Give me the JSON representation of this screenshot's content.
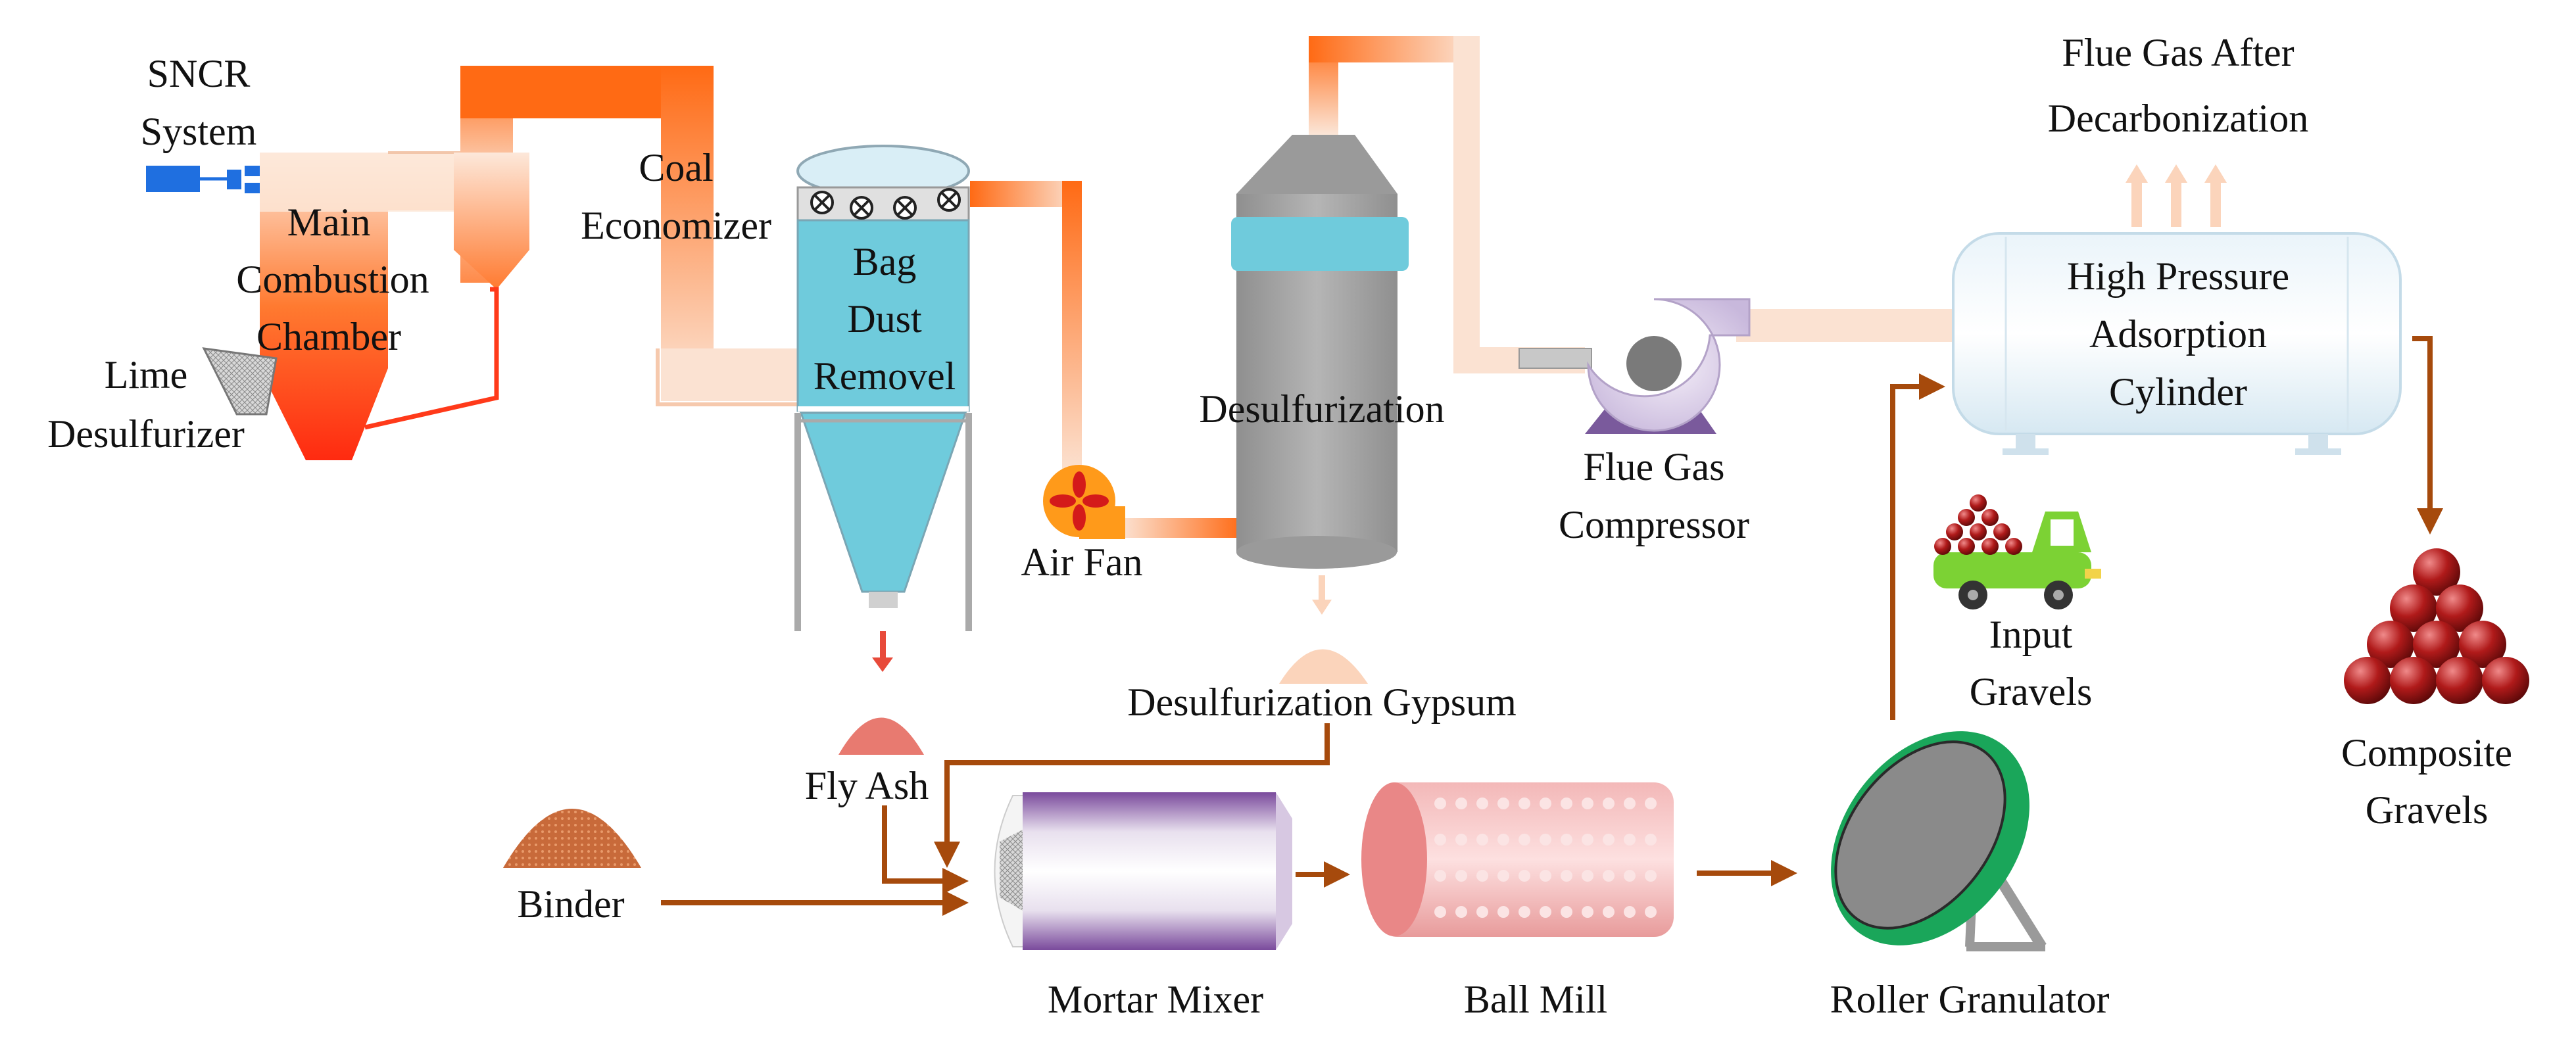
{
  "labels": {
    "sncr_1": "SNCR",
    "sncr_2": "System",
    "main_1": "Main",
    "main_2": "Combustion",
    "main_3": "Chamber",
    "lime_1": "Lime",
    "lime_2": "Desulfurizer",
    "coal_1": "Coal",
    "coal_2": "Economizer",
    "bag_1": "Bag",
    "bag_2": "Dust",
    "bag_3": "Removel",
    "air_fan": "Air Fan",
    "desulf": "Desulfurization",
    "gypsum": "Desulfurization Gypsum",
    "fly_ash": "Fly Ash",
    "binder": "Binder",
    "mortar": "Mortar Mixer",
    "ball_mill": "Ball Mill",
    "roller": "Roller Granulator",
    "input_1": "Input",
    "input_2": "Gravels",
    "compressor_1": "Flue Gas",
    "compressor_2": "Compressor",
    "hp_1": "High Pressure",
    "hp_2": "Adsorption",
    "hp_3": "Cylinder",
    "flue_after_1": "Flue Gas After",
    "flue_after_2": "Decarbonization",
    "composite_1": "Composite",
    "composite_2": "Gravels"
  },
  "colors": {
    "flow_arrow": "#a64a0c",
    "hot_pipe": "#ff6a14",
    "bag_filter": "#6fcbdc",
    "tower": "#a6a6a6",
    "truck": "#7cd234",
    "gravel": "#b01a1a",
    "granulator_rim": "#1aa65a"
  }
}
